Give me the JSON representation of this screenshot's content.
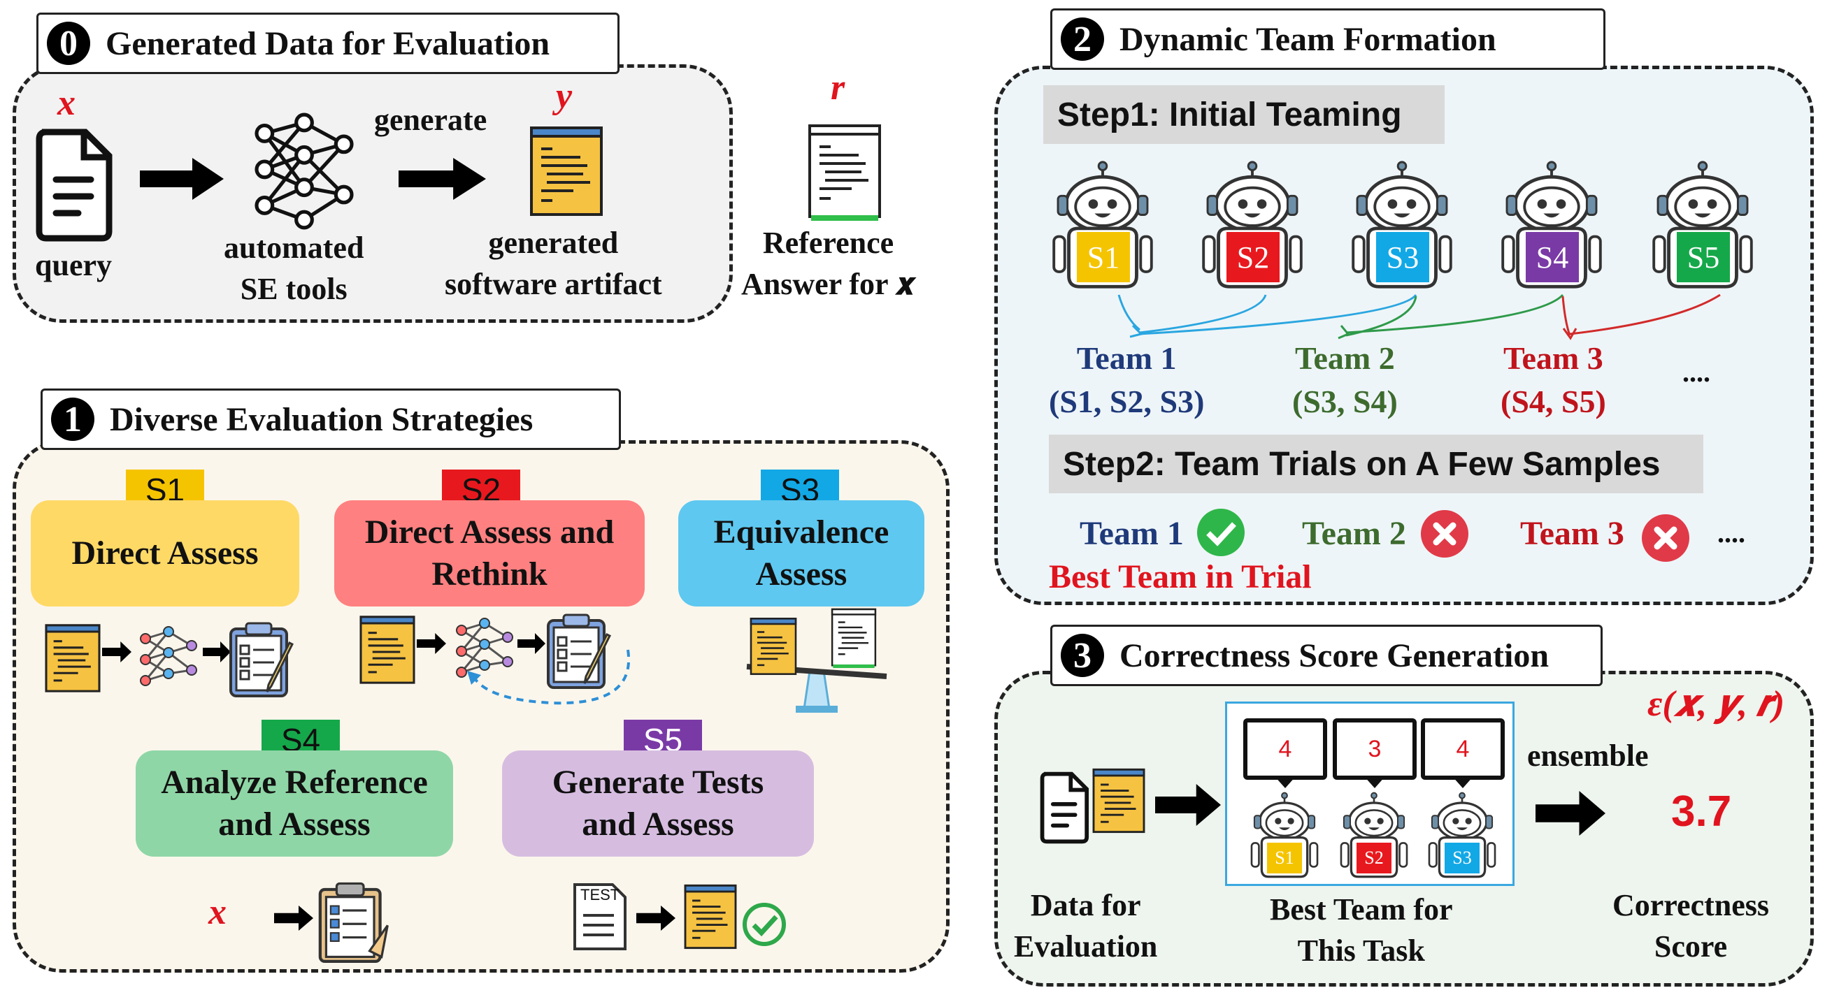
{
  "panel0": {
    "number": "0",
    "title": "Generated Data for Evaluation",
    "var_x": "x",
    "var_y": "y",
    "var_r": "r",
    "generate_label": "generate",
    "query_label": "query",
    "tools_label_1": "automated",
    "tools_label_2": "SE tools",
    "artifact_label_1": "generated",
    "artifact_label_2": "software artifact",
    "reference_label_1": "Reference",
    "reference_label_2": "Answer for 𝒙"
  },
  "panel1": {
    "number": "1",
    "title": "Diverse Evaluation Strategies",
    "strategies": [
      {
        "tag": "S1",
        "label_1": "Direct Assess",
        "label_2": "",
        "color": "#ffd966",
        "tag_color": "#f5c400"
      },
      {
        "tag": "S2",
        "label_1": "Direct Assess and",
        "label_2": "Rethink",
        "color": "#ff8080",
        "tag_color": "#e8191e"
      },
      {
        "tag": "S3",
        "label_1": "Equivalence",
        "label_2": "Assess",
        "color": "#5ec8f0",
        "tag_color": "#12a8e6"
      },
      {
        "tag": "S4",
        "label_1": "Analyze Reference",
        "label_2": "and Assess",
        "color": "#8fd6a6",
        "tag_color": "#15a84a"
      },
      {
        "tag": "S5",
        "label_1": "Generate Tests",
        "label_2": "and Assess",
        "color": "#d6bde0",
        "tag_color": "#7a3aa6"
      }
    ],
    "s4_var": "x",
    "test_label": "TEST"
  },
  "panel2": {
    "number": "2",
    "title": "Dynamic Team Formation",
    "step1": "Step1: Initial Teaming",
    "step2": "Step2: Team Trials on A Few Samples",
    "robots": [
      {
        "label": "S1",
        "color": "#f5c400"
      },
      {
        "label": "S2",
        "color": "#e8191e"
      },
      {
        "label": "S3",
        "color": "#12a8e6"
      },
      {
        "label": "S4",
        "color": "#7a3aa6"
      },
      {
        "label": "S5",
        "color": "#15a84a"
      }
    ],
    "teams": [
      {
        "name": "Team 1",
        "members": "(S1, S2, S3)",
        "color": "#1f3a7a"
      },
      {
        "name": "Team 2",
        "members": "(S3, S4)",
        "color": "#3d6b2e"
      },
      {
        "name": "Team 3",
        "members": "(S4, S5)",
        "color": "#c0141c"
      }
    ],
    "ellipsis": "....",
    "trials": [
      {
        "name": "Team 1",
        "result": "pass"
      },
      {
        "name": "Team 2",
        "result": "fail"
      },
      {
        "name": "Team 3",
        "result": "fail"
      }
    ],
    "trial_ellipsis": "....",
    "best_team": "Best Team in Trial"
  },
  "panel3": {
    "number": "3",
    "title": "Correctness Score Generation",
    "formula": "ε(𝒙, 𝒚, 𝒓)",
    "scores": [
      "4",
      "3",
      "4"
    ],
    "robots": [
      {
        "label": "S1",
        "color": "#f5c400"
      },
      {
        "label": "S2",
        "color": "#e8191e"
      },
      {
        "label": "S3",
        "color": "#12a8e6"
      }
    ],
    "ensemble_label": "ensemble",
    "result": "3.7",
    "data_label_1": "Data for",
    "data_label_2": "Evaluation",
    "team_label_1": "Best Team for",
    "team_label_2": "This Task",
    "score_label_1": "Correctness",
    "score_label_2": "Score"
  }
}
